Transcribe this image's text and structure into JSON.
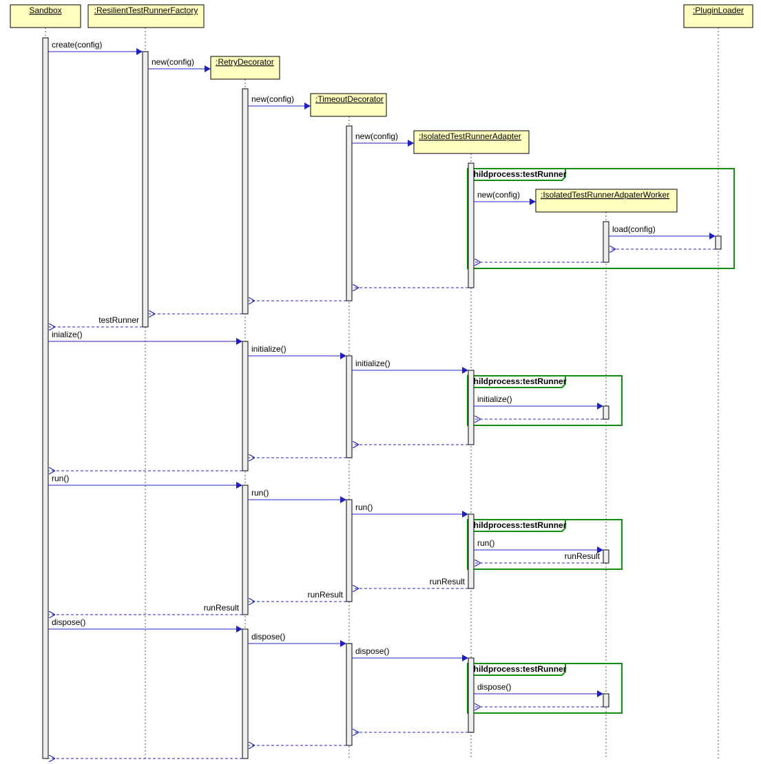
{
  "colors": {
    "box_fill": "#ffffc0",
    "box_stroke": "#000000",
    "arrow": "#2020c0",
    "frame": "#138c13",
    "frame_label_bg": "#ffffff",
    "activation_fill": "#eeeeee",
    "lifeline": "#555555"
  },
  "participants": [
    {
      "id": "sandbox",
      "label": "Sandbox"
    },
    {
      "id": "factory",
      "label": ":ResilientTestRunnerFactory"
    },
    {
      "id": "retry",
      "label": ":RetryDecorator"
    },
    {
      "id": "timeout",
      "label": ":TimeoutDecorator"
    },
    {
      "id": "adapter",
      "label": ":IsolatedTestRunnerAdapter"
    },
    {
      "id": "worker",
      "label": ":IsolatedTestRunnerAdpaterWorker"
    },
    {
      "id": "loader",
      "label": ":PluginLoader"
    }
  ],
  "frames": [
    {
      "label": "childprocess:testRunner"
    },
    {
      "label": "childprocess:testRunner"
    },
    {
      "label": "childprocess:testRunner"
    },
    {
      "label": "childprocess:testRunner"
    }
  ],
  "messages": [
    {
      "from": "sandbox",
      "to": "factory",
      "label": "create(config)",
      "type": "call"
    },
    {
      "from": "factory",
      "to": "retry",
      "label": "new(config)",
      "type": "create"
    },
    {
      "from": "retry",
      "to": "timeout",
      "label": "new(config)",
      "type": "create"
    },
    {
      "from": "timeout",
      "to": "adapter",
      "label": "new(config)",
      "type": "create"
    },
    {
      "from": "adapter",
      "to": "worker",
      "label": "new(config)",
      "type": "create"
    },
    {
      "from": "worker",
      "to": "loader",
      "label": "load(config)",
      "type": "call"
    },
    {
      "from": "loader",
      "to": "worker",
      "label": "",
      "type": "return"
    },
    {
      "from": "worker",
      "to": "adapter",
      "label": "",
      "type": "return"
    },
    {
      "from": "adapter",
      "to": "timeout",
      "label": "",
      "type": "return"
    },
    {
      "from": "timeout",
      "to": "retry",
      "label": "",
      "type": "return"
    },
    {
      "from": "retry",
      "to": "factory",
      "label": "",
      "type": "return"
    },
    {
      "from": "factory",
      "to": "sandbox",
      "label": "testRunner",
      "type": "return"
    },
    {
      "from": "sandbox",
      "to": "retry",
      "label": "inialize()",
      "type": "call"
    },
    {
      "from": "retry",
      "to": "timeout",
      "label": "initialize()",
      "type": "call"
    },
    {
      "from": "timeout",
      "to": "adapter",
      "label": "initialize()",
      "type": "call"
    },
    {
      "from": "adapter",
      "to": "worker",
      "label": "initialize()",
      "type": "call"
    },
    {
      "from": "worker",
      "to": "adapter",
      "label": "",
      "type": "return"
    },
    {
      "from": "adapter",
      "to": "timeout",
      "label": "",
      "type": "return"
    },
    {
      "from": "timeout",
      "to": "retry",
      "label": "",
      "type": "return"
    },
    {
      "from": "retry",
      "to": "sandbox",
      "label": "",
      "type": "return"
    },
    {
      "from": "sandbox",
      "to": "retry",
      "label": "run()",
      "type": "call"
    },
    {
      "from": "retry",
      "to": "timeout",
      "label": "run()",
      "type": "call"
    },
    {
      "from": "timeout",
      "to": "adapter",
      "label": "run()",
      "type": "call"
    },
    {
      "from": "adapter",
      "to": "worker",
      "label": "run()",
      "type": "call"
    },
    {
      "from": "worker",
      "to": "adapter",
      "label": "runResult",
      "type": "return"
    },
    {
      "from": "adapter",
      "to": "timeout",
      "label": "runResult",
      "type": "return"
    },
    {
      "from": "timeout",
      "to": "retry",
      "label": "runResult",
      "type": "return"
    },
    {
      "from": "retry",
      "to": "sandbox",
      "label": "runResult",
      "type": "return"
    },
    {
      "from": "sandbox",
      "to": "retry",
      "label": "dispose()",
      "type": "call"
    },
    {
      "from": "retry",
      "to": "timeout",
      "label": "dispose()",
      "type": "call"
    },
    {
      "from": "timeout",
      "to": "adapter",
      "label": "dispose()",
      "type": "call"
    },
    {
      "from": "adapter",
      "to": "worker",
      "label": "dispose()",
      "type": "call"
    },
    {
      "from": "worker",
      "to": "adapter",
      "label": "",
      "type": "return"
    },
    {
      "from": "adapter",
      "to": "timeout",
      "label": "",
      "type": "return"
    },
    {
      "from": "timeout",
      "to": "retry",
      "label": "",
      "type": "return"
    },
    {
      "from": "retry",
      "to": "sandbox",
      "label": "",
      "type": "return"
    }
  ]
}
